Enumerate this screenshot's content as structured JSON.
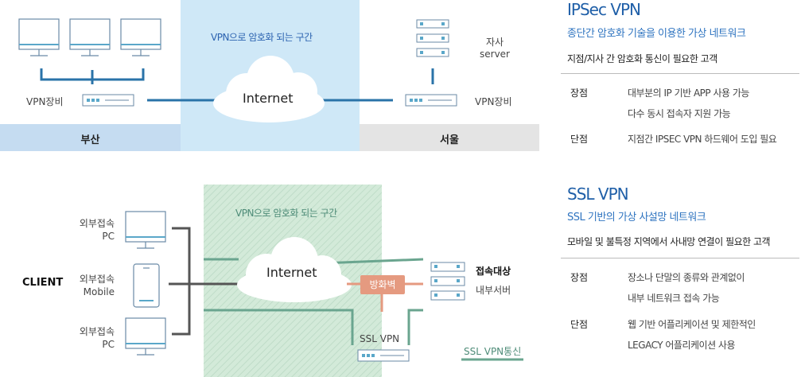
{
  "top": {
    "zone_label": "VPN으로 암호화 되는 구간",
    "internet": "Internet",
    "left_device": "VPN장비",
    "right_device": "VPN장비",
    "server_label_line1": "자사",
    "server_label_line2": "server",
    "city_left": "부산",
    "city_right": "서울"
  },
  "bottom": {
    "zone_label": "VPN으로 암호화 되는 구간",
    "internet": "Internet",
    "client": "CLIENT",
    "pc1_line1": "외부접속",
    "pc1_line2": "PC",
    "mobile_line1": "외부접속",
    "mobile_line2": "Mobile",
    "pc2_line1": "외부접속",
    "pc2_line2": "PC",
    "firewall": "방화벽",
    "ssl_vpn": "SSL VPN",
    "target_line1": "접속대상",
    "target_line2": "내부서버",
    "legend": "SSL VPN통신"
  },
  "ipsec": {
    "title": "IPSec VPN",
    "subtitle": "종단간 암호화 기술을 이용한 가상 네트워크",
    "desc": "지점/지사 간 암호화 통신이 필요한 고객",
    "pros_key": "장점",
    "pros_1": "대부분의 IP 기반 APP 사용 가능",
    "pros_2": "다수 동시 접속자 지원 가능",
    "cons_key": "단점",
    "cons_1": "지점간 IPSEC VPN 하드웨어 도입 필요"
  },
  "ssl": {
    "title": "SSL VPN",
    "subtitle": "SSL 기반의 가상 사설망 네트워크",
    "desc": "모바일 및 불특정 지역에서 사내망 연결이 필요한 고객",
    "pros_key": "장점",
    "pros_1": "장소나 단말의 종류와 관계없이",
    "pros_2": "내부 네트워크 접속 가능",
    "cons_key": "단점",
    "cons_1": "웹 기반 어플리케이션 및 제한적인",
    "cons_2": "LEGACY 어플리케이션 사용"
  },
  "colors": {
    "blue_zone": "#cfe8f7",
    "left_bar": "#c5dcf1",
    "right_bar": "#e4e4e4",
    "line_blue": "#2a73a8",
    "green_zone": "#cde6d8",
    "green_line": "#6aa58f",
    "firewall": "#e59a80",
    "device_stroke": "#6a8aa6"
  }
}
